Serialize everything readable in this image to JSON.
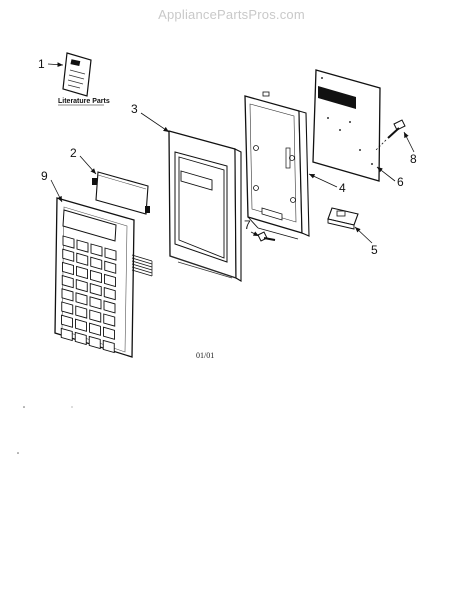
{
  "watermark": "AppliancePartsPros.com",
  "literature_label": "Literature Parts",
  "page_code": "01/01",
  "callouts": {
    "c1": "1",
    "c2": "2",
    "c3": "3",
    "c4": "4",
    "c5": "5",
    "c6": "6",
    "c7": "7",
    "c8": "8",
    "c9": "9"
  }
}
